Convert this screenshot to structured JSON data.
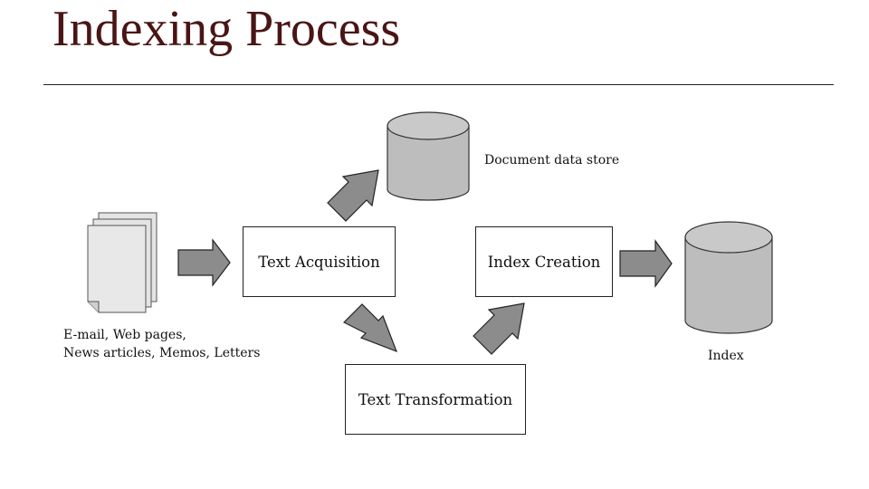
{
  "slide": {
    "title": "Indexing Process"
  },
  "diagram": {
    "sources_label_line1": "E-mail, Web pages,",
    "sources_label_line2": "News articles, Memos, Letters",
    "text_acquisition": "Text Acquisition",
    "text_transformation": "Text Transformation",
    "index_creation": "Index Creation",
    "document_data_store": "Document data store",
    "index": "Index"
  },
  "colors": {
    "title": "#4a1515",
    "arrow_fill": "#8c8c8c",
    "cylinder_fill": "#bdbdbd",
    "document_fill": "#e4e4e4"
  }
}
